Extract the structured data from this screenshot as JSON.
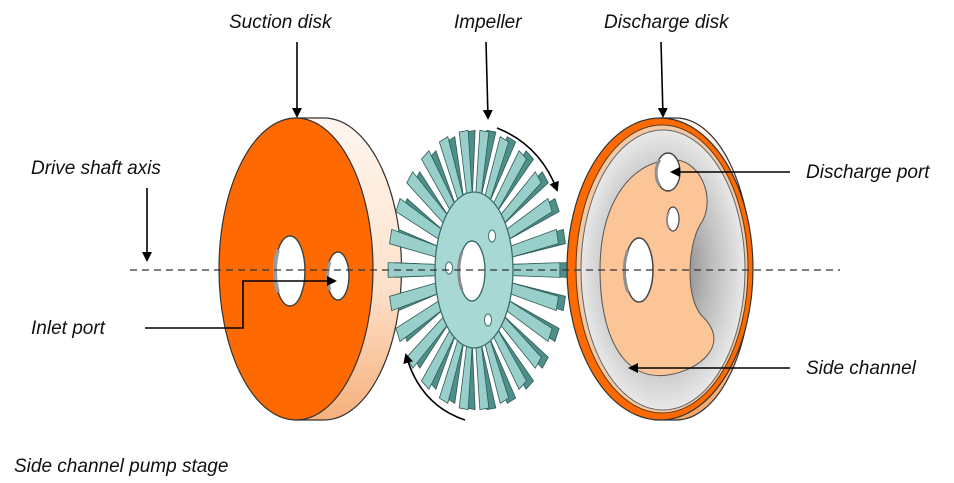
{
  "labels": {
    "suction_disk": "Suction disk",
    "impeller": "Impeller",
    "discharge_disk": "Discharge disk",
    "drive_shaft_axis": "Drive shaft axis",
    "discharge_port": "Discharge port",
    "inlet_port": "Inlet port",
    "side_channel": "Side channel",
    "caption": "Side channel pump stage"
  },
  "colors": {
    "suction_face": "#ff6a00",
    "rim_light": "#fde7d6",
    "rim_shade": "#f7b98a",
    "impeller": "#98cfca",
    "impeller_dark": "#4f8f8a",
    "discharge_inner": "#fbc598",
    "channel_gray": "#8c8c8c"
  }
}
